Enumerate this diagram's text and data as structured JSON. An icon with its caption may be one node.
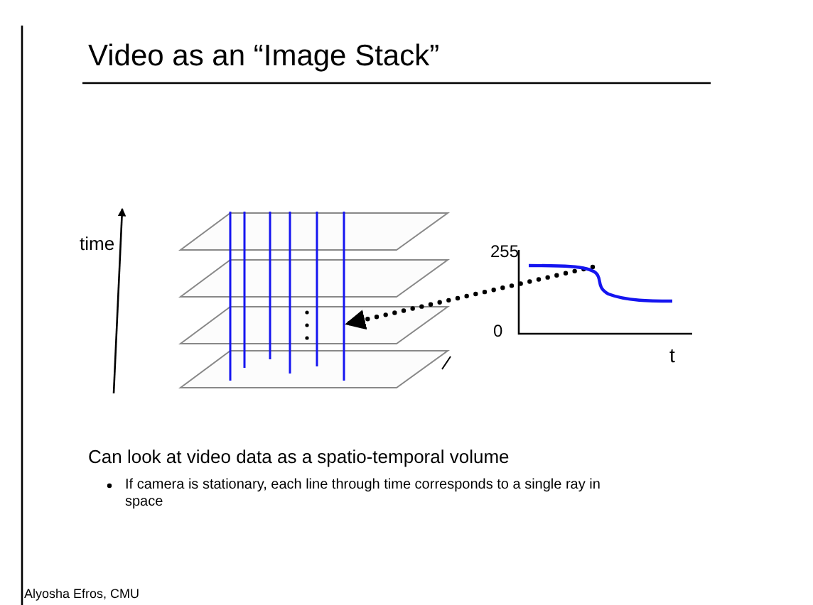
{
  "diagram": {
    "title": "Video as an “Image Stack”",
    "nodes": [
      {
        "text": [],
        "shape": "line"
      },
      {
        "text": [],
        "shape": "picture"
      }
    ],
    "edges": [
      {
        "from": 1,
        "to": 0,
        "arrow": "to",
        "style": "dashed"
      }
    ],
    "labels": [
      "time",
      "255",
      "0",
      "t",
      "Can look at video data as a spatio-temporal volume",
      "If camera is stationary, each line through time corresponds to a single ray in space",
      "Alyosha Efros, CMU"
    ]
  }
}
